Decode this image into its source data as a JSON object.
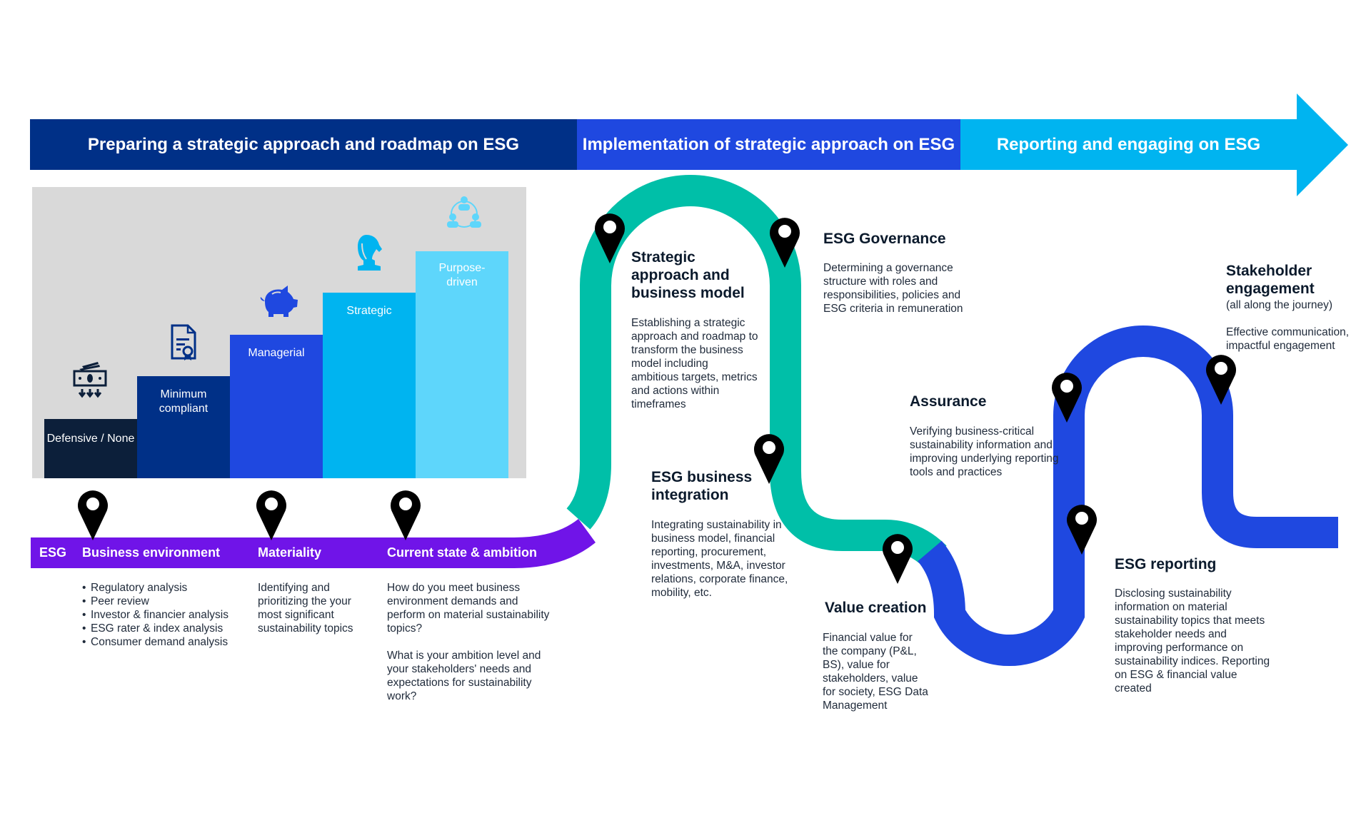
{
  "colors": {
    "phase1": "#003087",
    "phase2": "#1f48e0",
    "phase3": "#00b4f0",
    "purple": "#7014e8",
    "teal": "#00bfa8",
    "blue": "#1f48e0",
    "pin": "#000000",
    "gray_panel": "#d9d9d9",
    "step_defensive": "#0c1f3a",
    "step_minimum": "#003087",
    "step_managerial": "#1f48e0",
    "step_strategic": "#00b4f0",
    "step_purpose": "#5ed6fb"
  },
  "phases": [
    {
      "label": "Preparing a strategic approach and roadmap on ESG"
    },
    {
      "label": "Implementation of strategic approach on ESG"
    },
    {
      "label": "Reporting and engaging on ESG"
    }
  ],
  "maturity_steps": [
    {
      "label": "Defensive / None",
      "icon": "money-down-icon"
    },
    {
      "label": "Minimum compliant",
      "icon": "certificate-document-icon"
    },
    {
      "label": "Managerial",
      "icon": "piggy-bank-icon"
    },
    {
      "label": "Strategic",
      "icon": "chess-knight-icon"
    },
    {
      "label": "Purpose-driven",
      "icon": "people-network-icon"
    }
  ],
  "band": {
    "esg": "ESG",
    "items": [
      "Business environment",
      "Materiality",
      "Current state & ambition"
    ]
  },
  "business_environment": {
    "bullets": [
      "Regulatory analysis",
      "Peer review",
      "Investor & financier analysis",
      "ESG rater & index analysis",
      "Consumer demand analysis"
    ]
  },
  "materiality": {
    "desc": "Identifying and prioritizing the your most significant sustainability topics"
  },
  "current_state": {
    "desc1": "How do you meet business environment demands and perform on material sustainability topics?",
    "desc2": "What is your ambition level and your stakeholders' needs and expectations for sustainability work?"
  },
  "milestones": {
    "strategic": {
      "title": "Strategic approach and business model",
      "desc": "Establishing a strategic approach and roadmap to transform the business model including ambitious targets, metrics and actions within timeframes"
    },
    "governance": {
      "title": "ESG Governance",
      "desc": "Determining a governance structure with roles and responsibilities, policies and ESG criteria in remuneration"
    },
    "integration": {
      "title": "ESG business integration",
      "desc": "Integrating sustainability in business model, financial reporting, procurement, investments, M&A, investor relations, corporate finance, mobility, etc."
    },
    "value": {
      "title": "Value creation",
      "desc": "Financial value for the company (P&L, BS), value for stakeholders, value for society, ESG Data Management"
    },
    "assurance": {
      "title": "Assurance",
      "desc": "Verifying business-critical sustainability information and improving underlying reporting tools and practices"
    },
    "reporting": {
      "title": "ESG reporting",
      "desc": "Disclosing sustainability information on material sustainability topics that meets stakeholder needs and improving performance on sustainability indices. Reporting on ESG & financial value created"
    },
    "stakeholder": {
      "title": "Stakeholder engagement",
      "subtitle": "(all along the journey)",
      "desc": "Effective communication, impactful engagement"
    }
  }
}
